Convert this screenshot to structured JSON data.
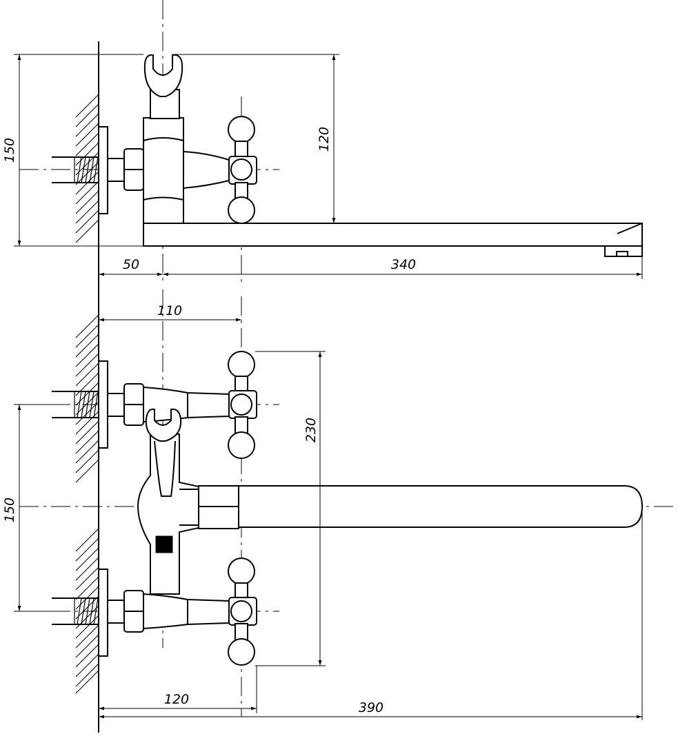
{
  "side_view": {
    "dims": {
      "height_left": "150",
      "height_right": "120",
      "offset_left": "50",
      "spout_length": "340"
    }
  },
  "front_view": {
    "dims": {
      "top_offset": "110",
      "handle_span": "230",
      "height_left": "150",
      "bottom_offset": "120",
      "total_length": "390"
    }
  }
}
